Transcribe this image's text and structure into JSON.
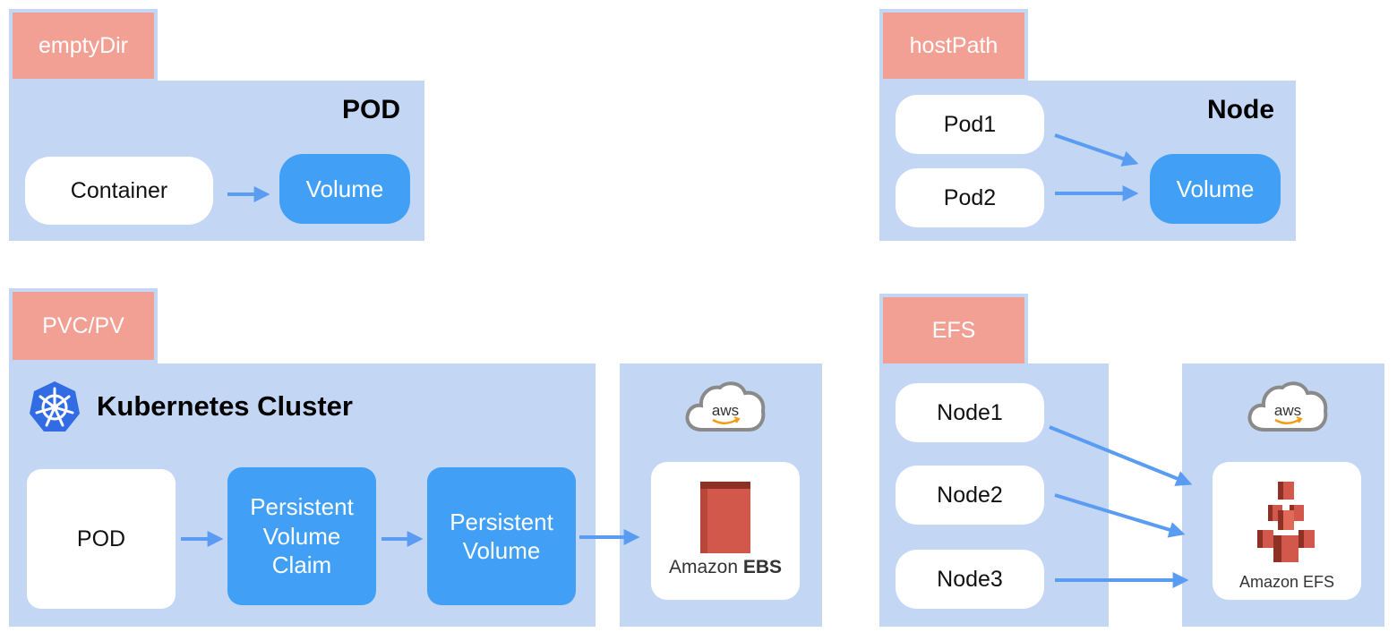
{
  "emptydir": {
    "tag": "emptyDir",
    "title": "POD",
    "container": "Container",
    "volume": "Volume"
  },
  "hostpath": {
    "tag": "hostPath",
    "title": "Node",
    "pod1": "Pod1",
    "pod2": "Pod2",
    "volume": "Volume"
  },
  "pvc": {
    "tag": "PVC/PV",
    "cluster_title": "Kubernetes Cluster",
    "pod": "POD",
    "pvc_lines": [
      "Persistent",
      "Volume",
      "Claim"
    ],
    "pv_lines": [
      "Persistent",
      "Volume"
    ],
    "aws_logo": "aws",
    "ebs_prefix": "Amazon ",
    "ebs_name": "EBS"
  },
  "efs": {
    "tag": "EFS",
    "node1": "Node1",
    "node2": "Node2",
    "node3": "Node3",
    "aws_logo": "aws",
    "efs_label": "Amazon EFS"
  },
  "colors": {
    "panel": "#c3d7f4",
    "tag": "#f2a094",
    "volume_blue": "#41a0f5",
    "arrow": "#5a9cf2",
    "ebs_red": "#d1584a",
    "kubernetes_blue": "#326ce5"
  },
  "icons": [
    "kubernetes-helm-icon",
    "aws-cloud-icon",
    "amazon-ebs-icon",
    "amazon-efs-icon"
  ]
}
